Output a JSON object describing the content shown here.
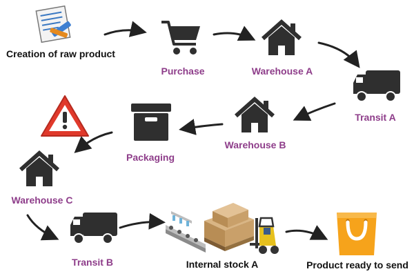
{
  "colors": {
    "label_purple": "#8e3d8a",
    "label_black": "#111111",
    "icon_dark": "#2f2f2f",
    "warning_red": "#e0392b",
    "bag_orange": "#f6a31b",
    "pallet_tan": "#c9a06a",
    "forklift_yellow": "#e6c01d"
  },
  "steps": [
    {
      "id": "creation",
      "label": "Creation of raw product",
      "icon": "document-pencil-icon"
    },
    {
      "id": "purchase",
      "label": "Purchase",
      "icon": "shopping-cart-icon"
    },
    {
      "id": "warehouse_a",
      "label": "Warehouse A",
      "icon": "house-icon"
    },
    {
      "id": "transit_a",
      "label": "Transit A",
      "icon": "truck-icon"
    },
    {
      "id": "warehouse_b",
      "label": "Warehouse B",
      "icon": "house-icon"
    },
    {
      "id": "packaging",
      "label": "Packaging",
      "icon": "box-icon"
    },
    {
      "id": "warning",
      "label": "",
      "icon": "warning-triangle-icon"
    },
    {
      "id": "warehouse_c",
      "label": "Warehouse C",
      "icon": "house-icon"
    },
    {
      "id": "transit_b",
      "label": "Transit B",
      "icon": "truck-icon"
    },
    {
      "id": "internal_stock_a",
      "label": "Internal stock A",
      "icon": "warehouse-forklift-icon"
    },
    {
      "id": "ready",
      "label": "Product ready to send",
      "icon": "shopping-bag-icon"
    }
  ]
}
